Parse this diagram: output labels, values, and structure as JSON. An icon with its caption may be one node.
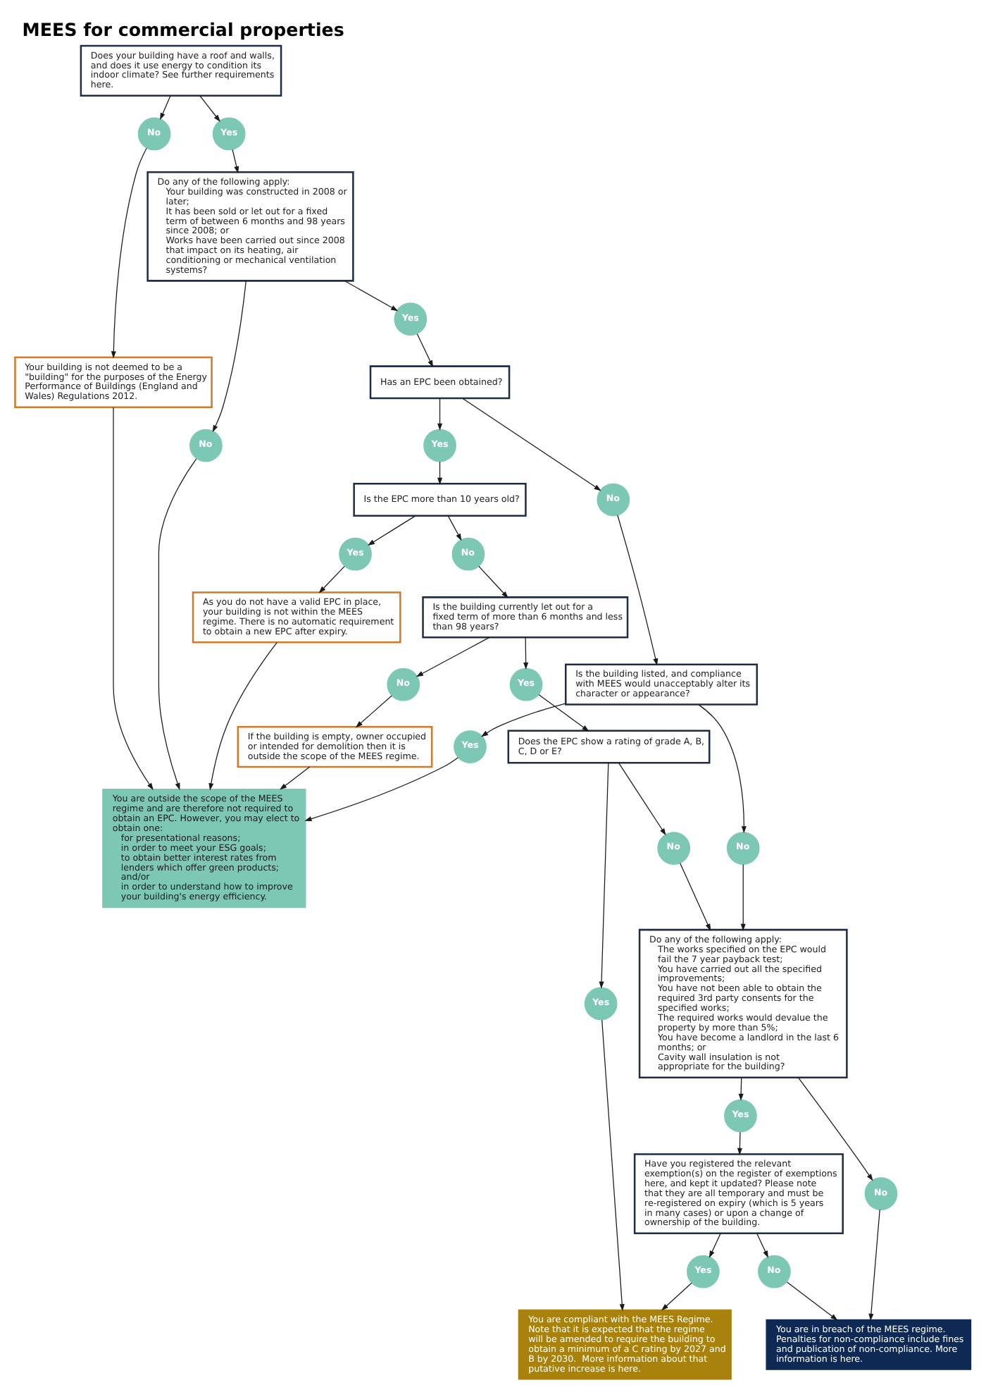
{
  "diagram": {
    "title": "MEES for commercial properties",
    "nodes": [
      {
        "text": [
          "Does your building have a roof and walls, and does it use energy to condition its indoor climate? See further requirements here."
        ]
      },
      {
        "text": [
          "No"
        ]
      },
      {
        "text": [
          "Yes"
        ]
      },
      {
        "text": [
          "Your building is not deemed to be a \"building\" for the purposes of the Energy Performance of Buildings (England and Wales) Regulations 2012."
        ]
      },
      {
        "text": [
          "Do any of the following apply:",
          "Your building was constructed in 2008 or later;",
          "It has been sold or let out for a fixed term of between 6 months and 98 years since 2008; or",
          "Works have been carried out since 2008 that impact on its heating, air conditioning or mechanical ventilation systems?"
        ]
      },
      {
        "text": [
          "You are outside the scope of the MEES regime and are therefore not required to obtain an EPC. However, you may elect to obtain one:",
          "for presentational reasons;",
          "in order to meet your ESG goals;",
          "to obtain better interest rates from lenders which offer green products; and/or",
          "in order to understand how to improve your building's energy efficiency."
        ]
      },
      {
        "text": [
          "No"
        ]
      },
      {
        "text": [
          "Yes"
        ]
      },
      {
        "text": [
          "Has an EPC been obtained?"
        ]
      },
      {
        "text": [
          "No"
        ]
      },
      {
        "text": [
          "Yes"
        ]
      },
      {
        "text": [
          "Is the building listed, and compliance with MEES would unacceptably alter its character or appearance?"
        ]
      },
      {
        "text": [
          "Yes"
        ]
      },
      {
        "text": [
          "No"
        ]
      },
      {
        "text": [
          "As you do not have a valid EPC in place, your building is not within the MEES regime. There is no automatic requirement to obtain a new EPC after expiry."
        ]
      },
      {
        "text": [
          "Is the EPC more than 10 years old?"
        ]
      },
      {
        "text": [
          "Yes"
        ]
      },
      {
        "text": [
          "No"
        ]
      },
      {
        "text": [
          "If the building is empty, owner occupied or intended for demolition then it is outside the scope of the MEES regime."
        ]
      },
      {
        "text": [
          "Is the building currently let out for a fixed term of more than 6 months and less than 98 years?"
        ]
      },
      {
        "text": [
          "No"
        ]
      },
      {
        "text": [
          "Yes"
        ]
      },
      {
        "text": [
          "Do any of the following apply:",
          "The works specified on the EPC would fail the 7 year payback test;",
          "You have carried out all the specified improvements;",
          "You have not been able to obtain the required 3rd party consents for the specified works;",
          "The required works would devalue the property by more than 5%;",
          "You have become a landlord in the last 6 months; or",
          "Cavity wall insulation is not appropriate for the building?"
        ]
      },
      {
        "text": [
          "Does the EPC show a rating of grade A, B, C, D or E?"
        ]
      },
      {
        "text": [
          "No"
        ]
      },
      {
        "text": [
          "Yes"
        ]
      },
      {
        "text": [
          "No"
        ]
      },
      {
        "text": [
          "Yes"
        ]
      },
      {
        "text": [
          "Have you registered the relevant exemption(s) on the register of exemptions here, and kept it updated? Please note that they are all temporary and must be re-registered on expiry (which is 5 years in many cases) or upon a change of ownership of the building."
        ]
      },
      {
        "text": [
          "You are in breach of the MEES regime. Penalties for non-compliance include fines and publication of non-compliance. More information is here."
        ]
      },
      {
        "text": [
          "No"
        ]
      },
      {
        "text": [
          "Yes"
        ]
      },
      {
        "text": [
          "You are compliant with the MEES Regime. Note that it is expected that the regime will be amended to require the building to obtain a minimum of a C rating by 2027 and B by 2030.  More information about that putative increase is here."
        ]
      }
    ],
    "edges": [
      {
        "from": 0,
        "to": 1,
        "arrow": "to"
      },
      {
        "from": 0,
        "to": 2,
        "arrow": "to"
      },
      {
        "from": 1,
        "to": 3,
        "arrow": "to"
      },
      {
        "from": 2,
        "to": 4,
        "arrow": "to"
      },
      {
        "from": 3,
        "to": 5,
        "arrow": "to"
      },
      {
        "from": 4,
        "to": 6,
        "arrow": "to"
      },
      {
        "from": 4,
        "to": 7,
        "arrow": "to"
      },
      {
        "from": 6,
        "to": 5,
        "arrow": "to"
      },
      {
        "from": 7,
        "to": 8,
        "arrow": "to"
      },
      {
        "from": 8,
        "to": 9,
        "arrow": "to"
      },
      {
        "from": 8,
        "to": 10,
        "arrow": "to"
      },
      {
        "from": 9,
        "to": 11,
        "arrow": "to"
      },
      {
        "from": 10,
        "to": 15,
        "arrow": "to"
      },
      {
        "from": 11,
        "to": 12,
        "arrow": "to"
      },
      {
        "from": 11,
        "to": 13,
        "arrow": "to"
      },
      {
        "from": 12,
        "to": 5,
        "arrow": "to"
      },
      {
        "from": 13,
        "to": 22,
        "arrow": "to"
      },
      {
        "from": 14,
        "to": 5,
        "arrow": "to"
      },
      {
        "from": 15,
        "to": 16,
        "arrow": "to"
      },
      {
        "from": 15,
        "to": 17,
        "arrow": "to"
      },
      {
        "from": 16,
        "to": 14,
        "arrow": "to"
      },
      {
        "from": 17,
        "to": 19,
        "arrow": "to"
      },
      {
        "from": 18,
        "to": 5,
        "arrow": "to"
      },
      {
        "from": 19,
        "to": 20,
        "arrow": "to"
      },
      {
        "from": 19,
        "to": 21,
        "arrow": "to"
      },
      {
        "from": 20,
        "to": 18,
        "arrow": "to"
      },
      {
        "from": 21,
        "to": 23,
        "arrow": "to"
      },
      {
        "from": 23,
        "to": 24,
        "arrow": "to"
      },
      {
        "from": 23,
        "to": 25,
        "arrow": "to"
      },
      {
        "from": 24,
        "to": 22,
        "arrow": "to"
      },
      {
        "from": 25,
        "to": 32,
        "arrow": "to"
      },
      {
        "from": 22,
        "to": 26,
        "arrow": "to"
      },
      {
        "from": 22,
        "to": 27,
        "arrow": "to"
      },
      {
        "from": 26,
        "to": 29,
        "arrow": "to"
      },
      {
        "from": 27,
        "to": 28,
        "arrow": "to"
      },
      {
        "from": 28,
        "to": 30,
        "arrow": "to"
      },
      {
        "from": 28,
        "to": 31,
        "arrow": "to"
      },
      {
        "from": 30,
        "to": 29,
        "arrow": "to"
      },
      {
        "from": 31,
        "to": 32,
        "arrow": "to"
      }
    ]
  }
}
